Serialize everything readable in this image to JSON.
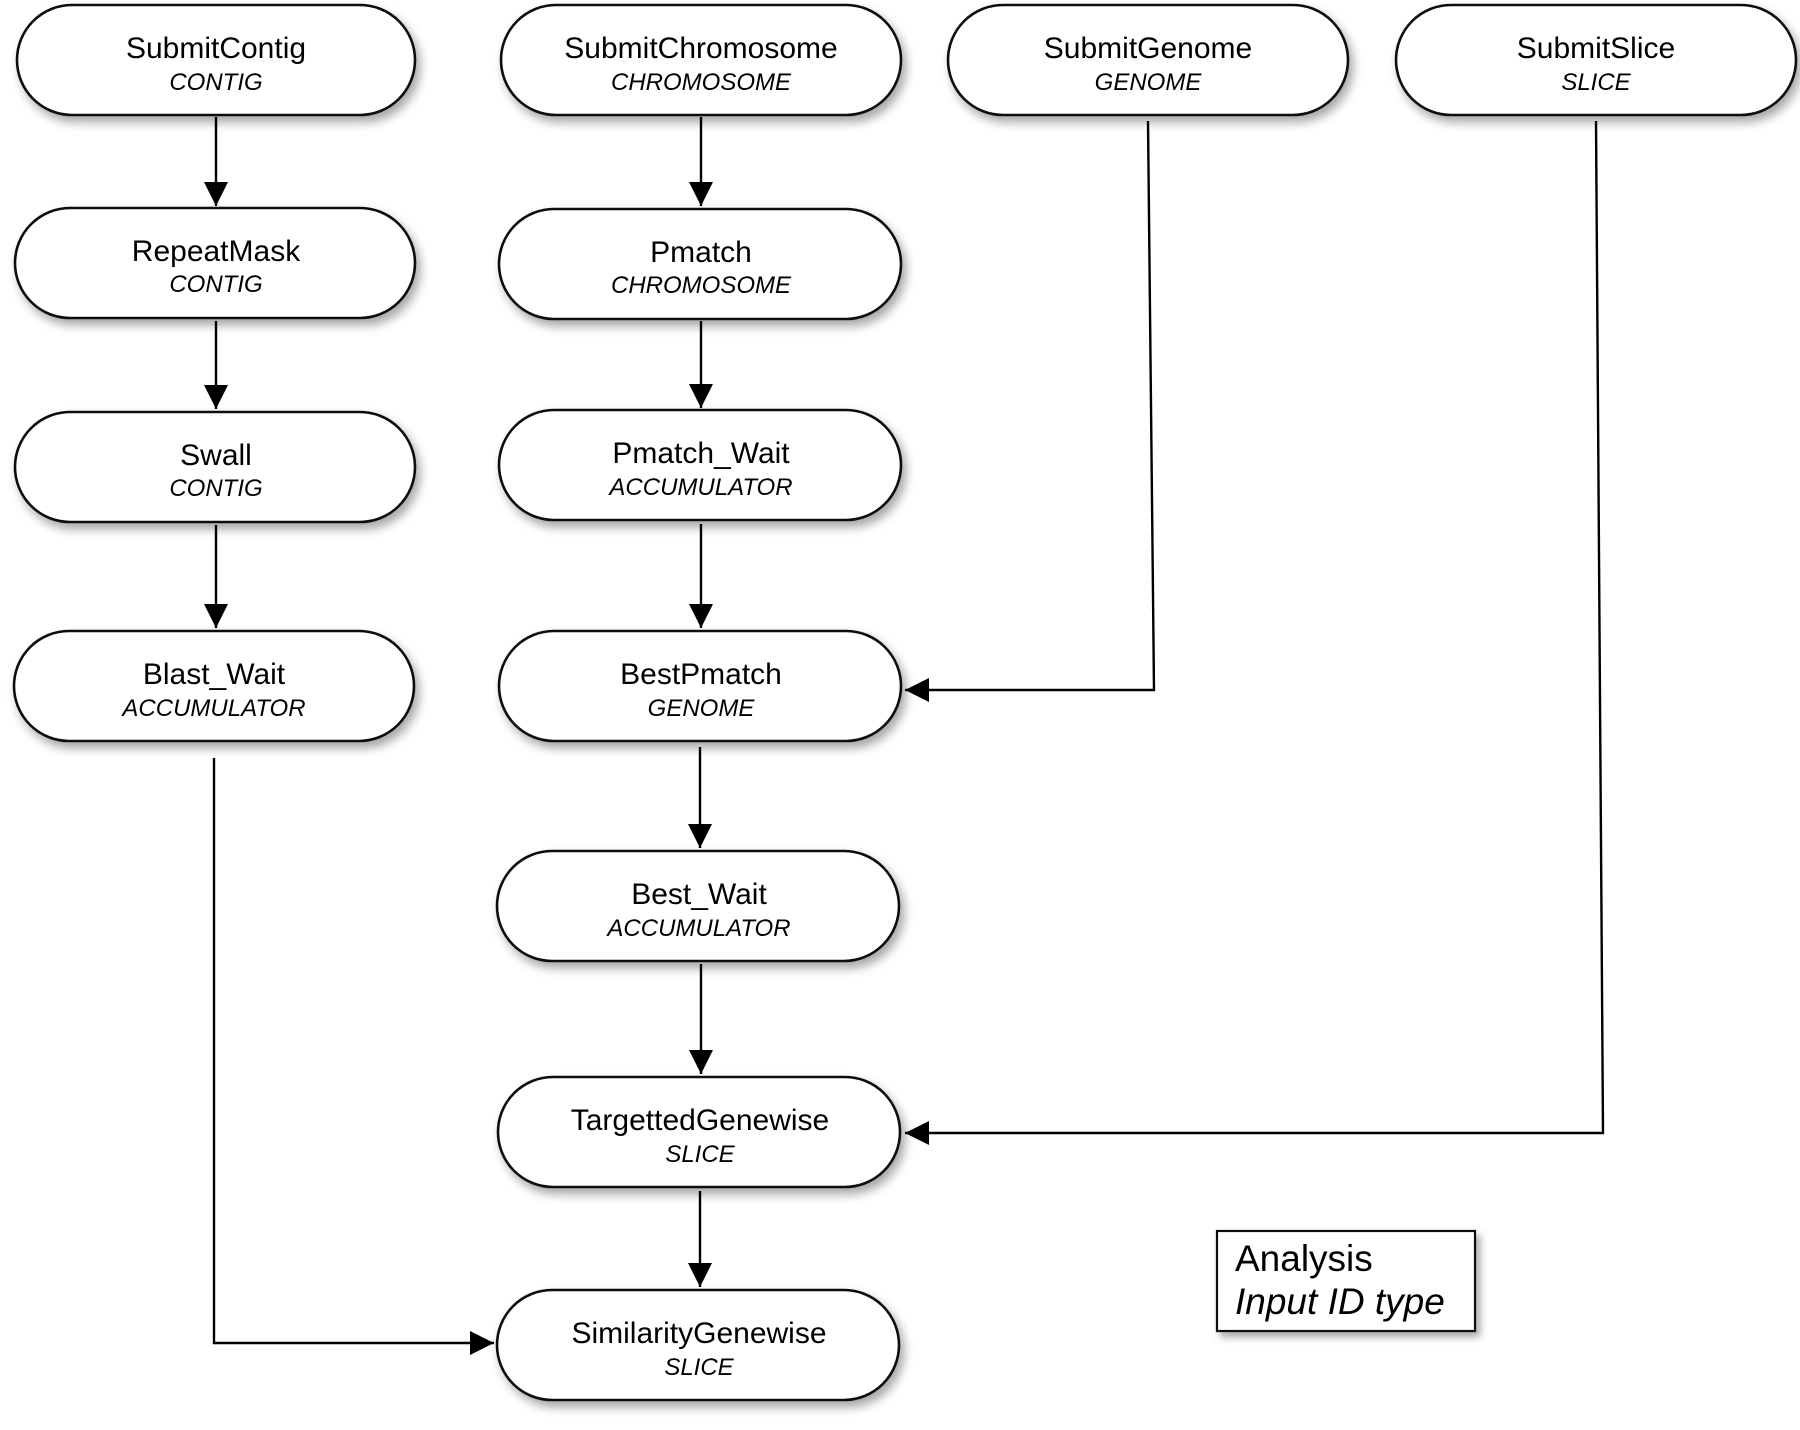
{
  "nodes": {
    "submit_contig": {
      "name": "SubmitContig",
      "type": "CONTIG"
    },
    "submit_chromosome": {
      "name": "SubmitChromosome",
      "type": "CHROMOSOME"
    },
    "submit_genome": {
      "name": "SubmitGenome",
      "type": "GENOME"
    },
    "submit_slice": {
      "name": "SubmitSlice",
      "type": "SLICE"
    },
    "repeat_mask": {
      "name": "RepeatMask",
      "type": "CONTIG"
    },
    "swall": {
      "name": "Swall",
      "type": "CONTIG"
    },
    "blast_wait": {
      "name": "Blast_Wait",
      "type": "ACCUMULATOR"
    },
    "pmatch": {
      "name": "Pmatch",
      "type": "CHROMOSOME"
    },
    "pmatch_wait": {
      "name": "Pmatch_Wait",
      "type": "ACCUMULATOR"
    },
    "best_pmatch": {
      "name": "BestPmatch",
      "type": "GENOME"
    },
    "best_wait": {
      "name": "Best_Wait",
      "type": "ACCUMULATOR"
    },
    "targetted_genewise": {
      "name": "TargettedGenewise",
      "type": "SLICE"
    },
    "similarity_genewise": {
      "name": "SimilarityGenewise",
      "type": "SLICE"
    }
  },
  "edges": [
    {
      "from": "submit_contig",
      "to": "repeat_mask"
    },
    {
      "from": "repeat_mask",
      "to": "swall"
    },
    {
      "from": "swall",
      "to": "blast_wait"
    },
    {
      "from": "blast_wait",
      "to": "similarity_genewise"
    },
    {
      "from": "submit_chromosome",
      "to": "pmatch"
    },
    {
      "from": "pmatch",
      "to": "pmatch_wait"
    },
    {
      "from": "pmatch_wait",
      "to": "best_pmatch"
    },
    {
      "from": "submit_genome",
      "to": "best_pmatch"
    },
    {
      "from": "best_pmatch",
      "to": "best_wait"
    },
    {
      "from": "best_wait",
      "to": "targetted_genewise"
    },
    {
      "from": "submit_slice",
      "to": "targetted_genewise"
    },
    {
      "from": "targetted_genewise",
      "to": "similarity_genewise"
    }
  ],
  "legend": {
    "title": "Analysis",
    "subtitle": "Input ID type"
  }
}
